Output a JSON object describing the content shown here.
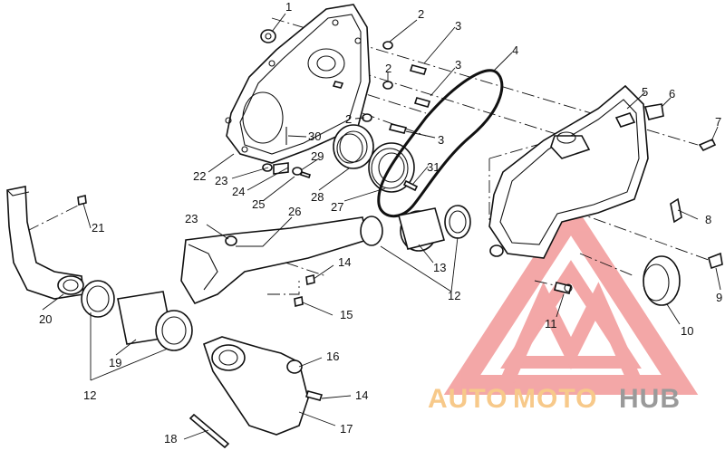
{
  "diagram": {
    "labels": {
      "p1": "1",
      "p2a": "2",
      "p2b": "2",
      "p2c": "2",
      "p3a": "3",
      "p3b": "3",
      "p3c": "3",
      "p4": "4",
      "p5": "5",
      "p6": "6",
      "p7": "7",
      "p8": "8",
      "p9": "9",
      "p10": "10",
      "p11": "11",
      "p12a": "12",
      "p12b": "12",
      "p13": "13",
      "p14a": "14",
      "p14b": "14",
      "p15": "15",
      "p16": "16",
      "p17": "17",
      "p18": "18",
      "p19": "19",
      "p20": "20",
      "p21": "21",
      "p22": "22",
      "p23a": "23",
      "p23b": "23",
      "p24": "24",
      "p25": "25",
      "p26": "26",
      "p27": "27",
      "p28": "28",
      "p29": "29",
      "p30": "30",
      "p31": "31"
    }
  },
  "watermark": {
    "part1": "AUTO",
    "part2": "MOTO",
    "part3": "HUB",
    "color_light": "#f7c98a",
    "color_dark": "#9a9a9a",
    "logo_color": "#f08a8a"
  }
}
